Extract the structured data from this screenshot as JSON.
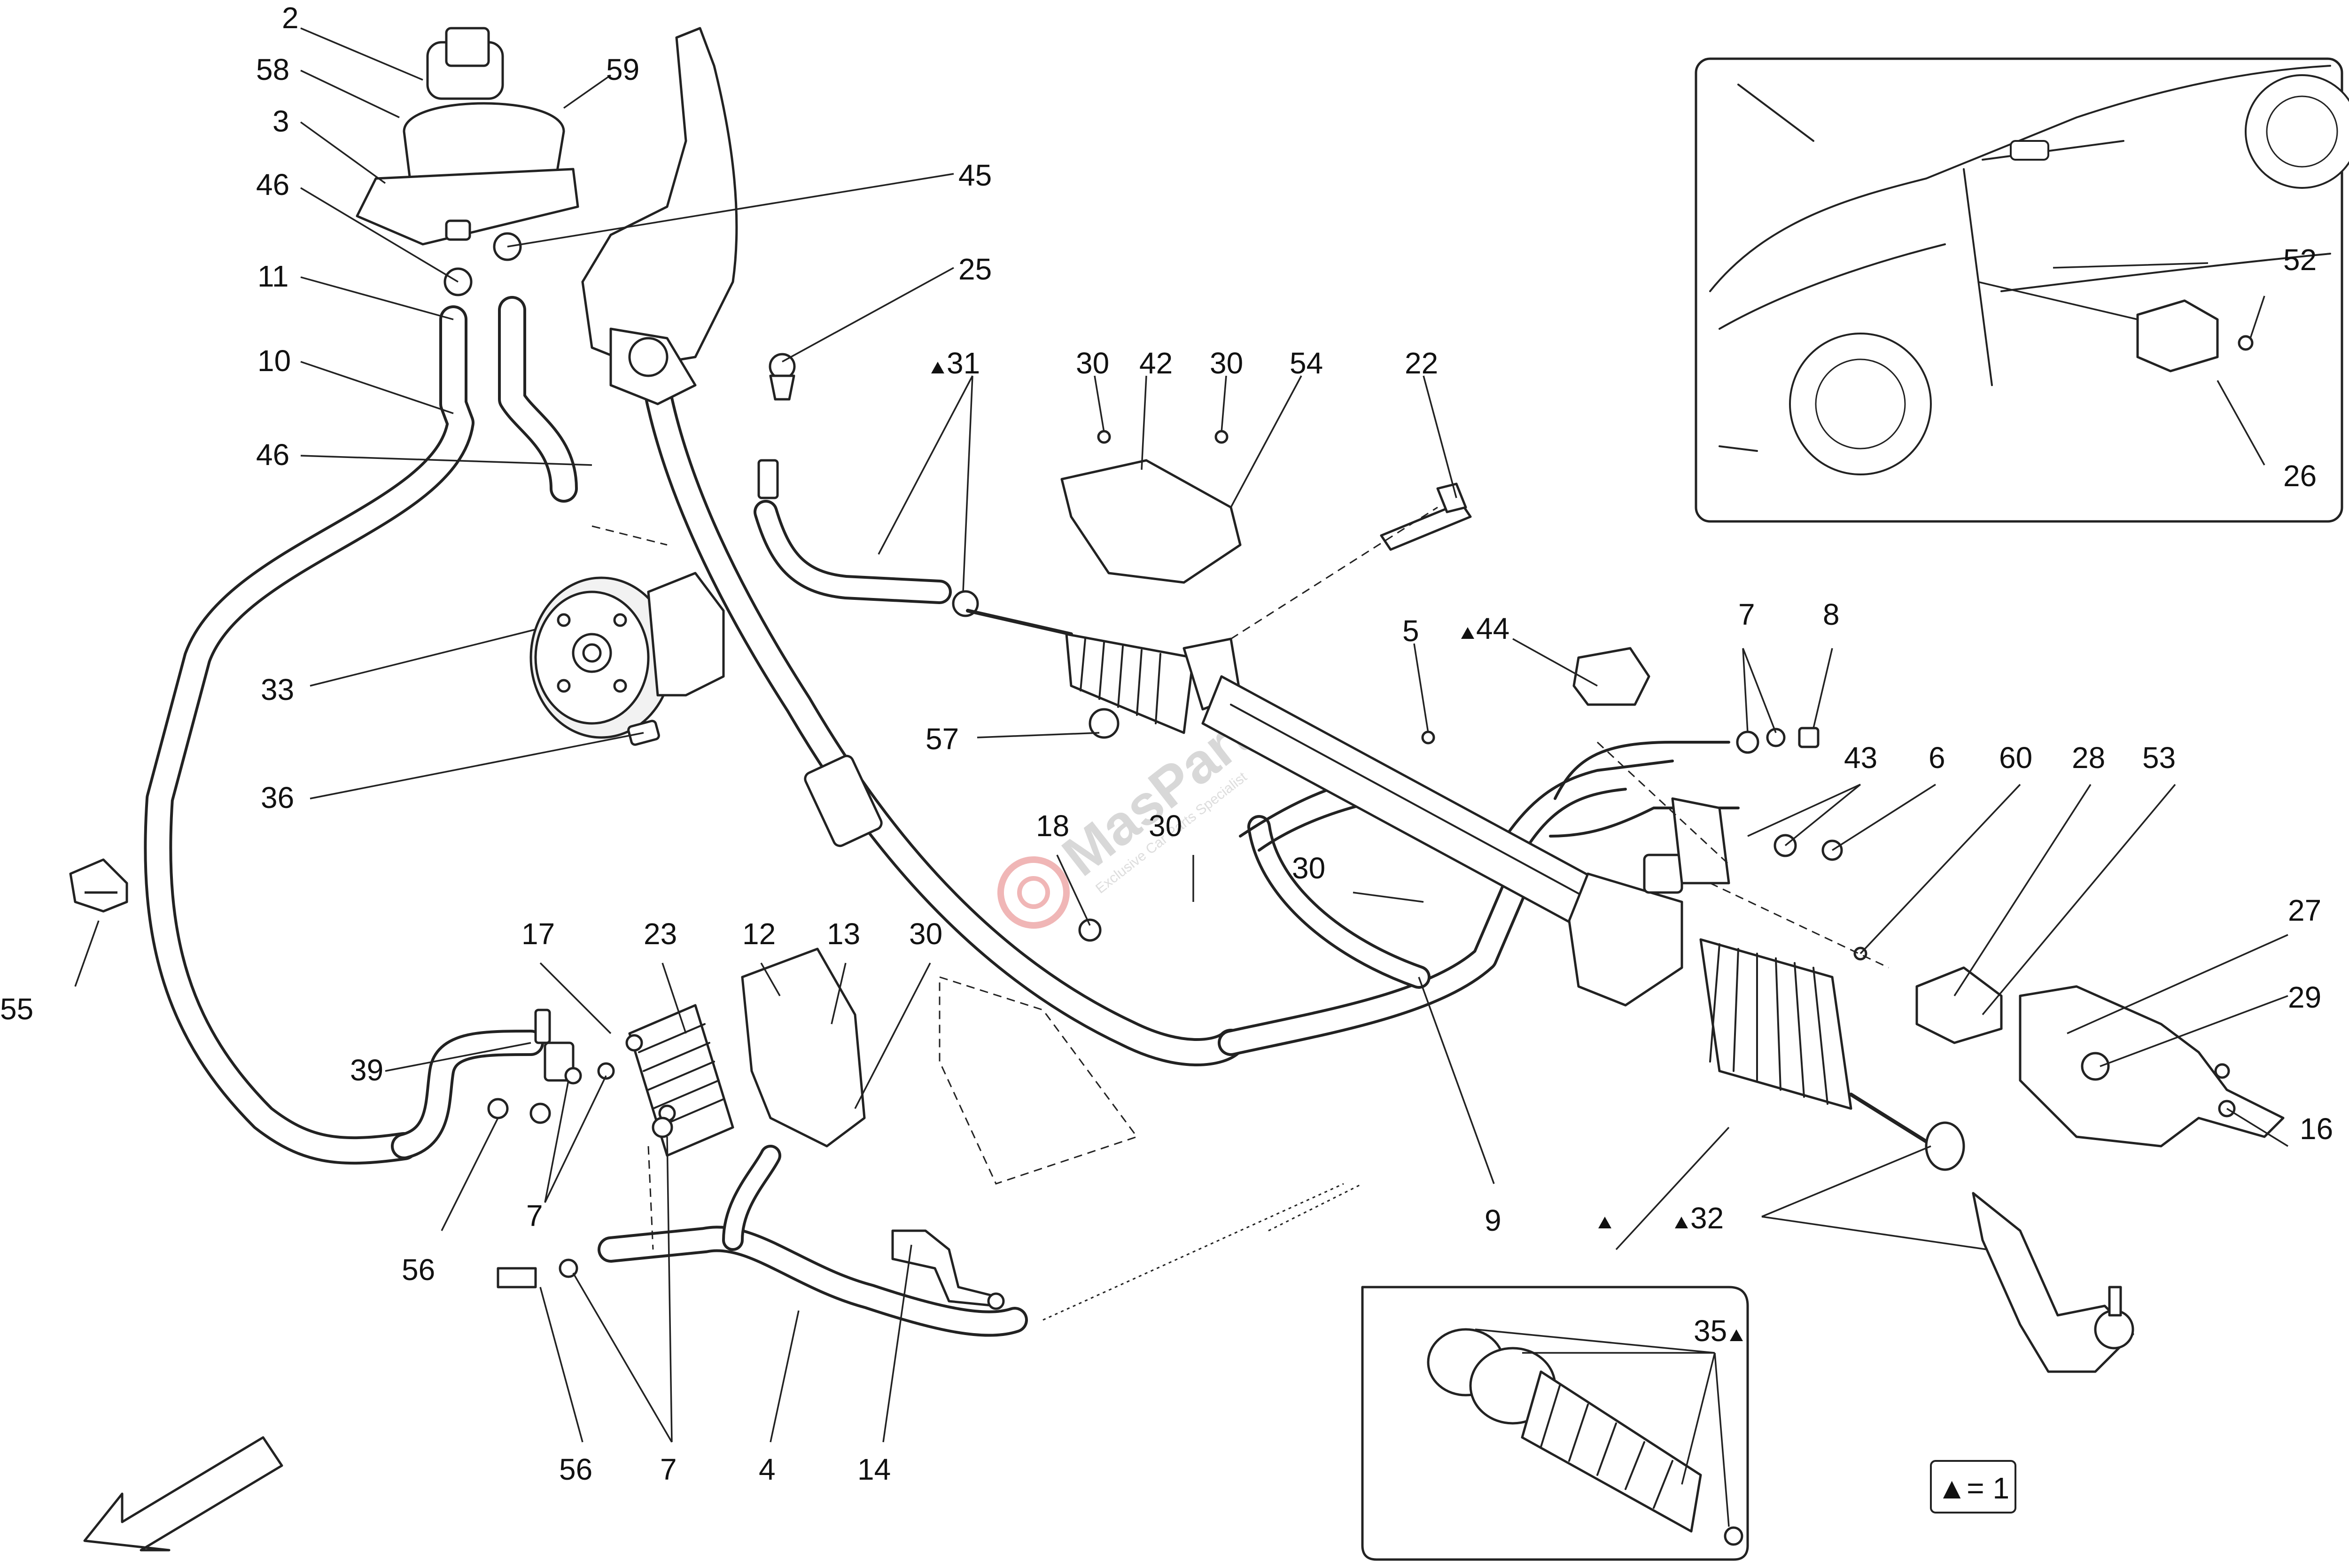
{
  "diagram": {
    "callouts": [
      "2",
      "58",
      "59",
      "3",
      "46",
      "45",
      "11",
      "25",
      "10",
      "31",
      "30",
      "42",
      "30",
      "54",
      "22",
      "46",
      "33",
      "5",
      "44",
      "7",
      "8",
      "57",
      "36",
      "43",
      "6",
      "60",
      "28",
      "53",
      "18",
      "30",
      "30",
      "27",
      "55",
      "17",
      "23",
      "12",
      "13",
      "30",
      "29",
      "39",
      "16",
      "7",
      "56",
      "9",
      "32",
      "35",
      "56",
      "7",
      "4",
      "14"
    ],
    "legend_text": "▲= 1",
    "watermark_brand": "MasParts",
    "watermark_tagline": "Exclusive Car Parts Specialist",
    "colors": {
      "line": "#222222",
      "background": "#ffffff",
      "watermark": "#d8d8d8"
    }
  }
}
